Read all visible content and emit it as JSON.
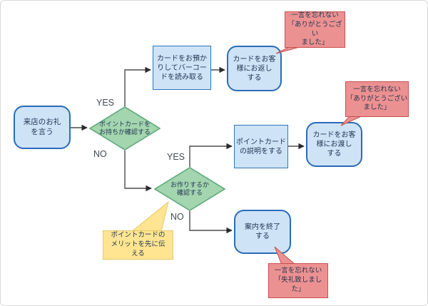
{
  "diagram": {
    "type": "flowchart",
    "language": "ja",
    "nodes": {
      "start": {
        "label": "来店のお礼\nを言う"
      },
      "check_has_card": {
        "label": "ポイントカードを\nお持ちか確認する"
      },
      "scan_barcode": {
        "label": "カードをお預か\nりしてバーコー\nドを読み取る"
      },
      "return_card": {
        "label": "カードをお客\n様にお返し\nする"
      },
      "explain_card": {
        "label": "ポイントカード\nの説明をする"
      },
      "hand_card": {
        "label": "カードをお客\n様にお渡し\nする"
      },
      "check_make_card": {
        "label": "お作りするか\n確認する"
      },
      "end_guidance": {
        "label": "案内を終了\nする"
      }
    },
    "edge_labels": {
      "yes1": "YES",
      "no1": "NO",
      "yes2": "YES",
      "no2": "NO"
    },
    "callouts": {
      "thanks_top": {
        "label": "一言を忘れない\n「ありがとうござい\nました」"
      },
      "thanks_mid": {
        "label": "一言を忘れない\n「ありがとうござい\nました」"
      },
      "excuse_bottom": {
        "label": "一言を忘れない\n「失礼致しまし\nた」"
      },
      "merit_tip": {
        "label": "ポイントカードの\nメリットを先に伝\nえる"
      }
    },
    "colors": {
      "node_fill": "#cfe3f7",
      "node_border": "#2a6cb8",
      "decision_fill": "#a3d5af",
      "decision_border": "#5faa7d",
      "warn_fill": "#ec9191",
      "warn_border": "#c75050",
      "tip_fill": "#ffe592",
      "tip_border": "#e5c967",
      "connector": "#4d4d4d",
      "text": "#1f3350",
      "page_border": "#d9d9d9"
    }
  }
}
